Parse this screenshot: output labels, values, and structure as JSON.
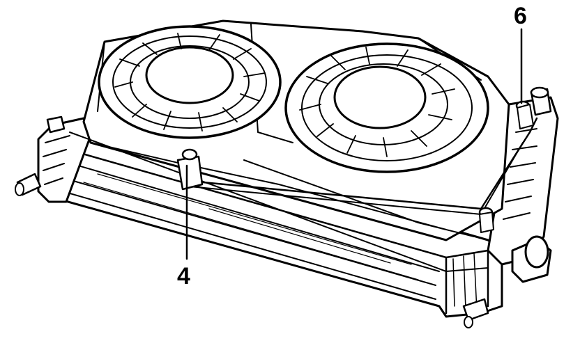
{
  "figure": {
    "callouts": [
      {
        "id": "6",
        "text": "6"
      },
      {
        "id": "4",
        "text": "4"
      }
    ]
  },
  "colors": {
    "ink": "#000000",
    "paper": "#ffffff"
  }
}
